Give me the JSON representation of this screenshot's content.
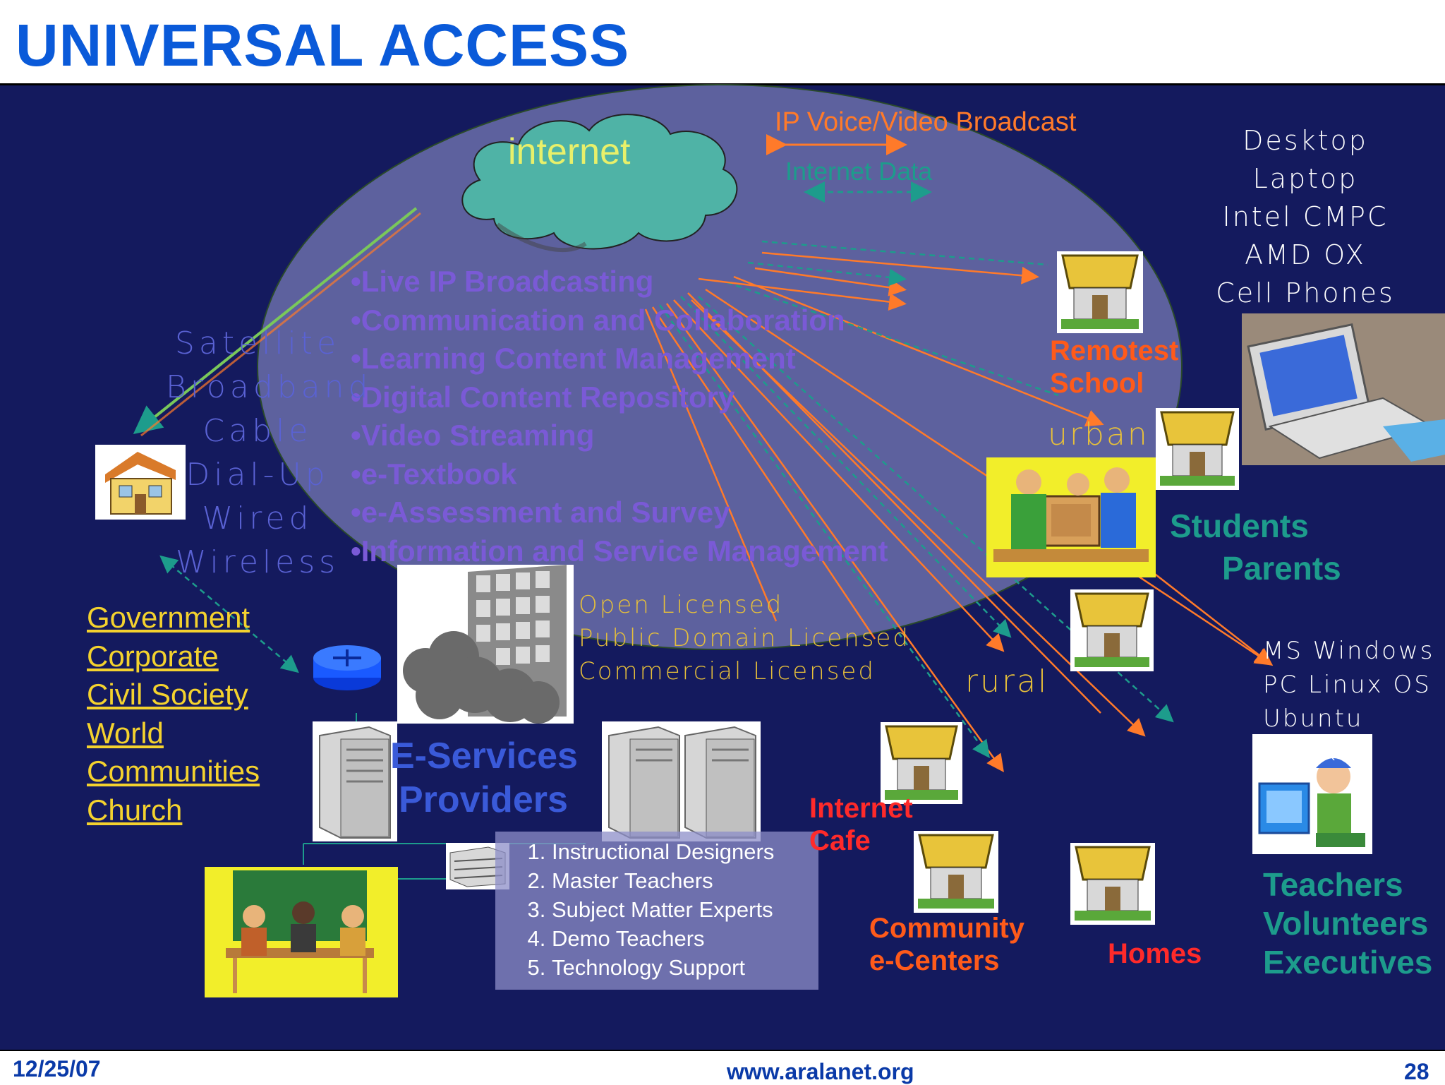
{
  "title": "UNIVERSAL ACCESS",
  "footer": {
    "date": "12/25/07",
    "url": "www.aralanet.org",
    "page": "28"
  },
  "cloud": {
    "label": "internet"
  },
  "broadcast": {
    "ip_voice": "IP Voice/Video Broadcast",
    "internet_data": "Internet Data"
  },
  "services": [
    "•Live IP Broadcasting",
    "•Communication and Collaboration",
    "•Learning Content Management",
    "•Digital Content Repository",
    "•Video Streaming",
    "•e-Textbook",
    "•e-Assessment and Survey",
    "•Information and Service Management"
  ],
  "connectivity": [
    "Satellite",
    "Broadband",
    "Cable",
    "Dial-Up",
    "Wired",
    "Wireless"
  ],
  "devices": [
    "Desktop",
    "Laptop",
    "Intel CMPC",
    "AMD OX",
    "Cell Phones"
  ],
  "operating_systems": [
    "MS Windows",
    "PC Linux OS",
    "Ubuntu Linux"
  ],
  "licenses": [
    "Open Licensed",
    "Public Domain Licensed",
    "Commercial Licensed"
  ],
  "stakeholders": [
    "Government",
    "Corporate",
    "Civil Society",
    "World",
    "Communities",
    "Church"
  ],
  "providers": {
    "line1": "E-Services",
    "line2": "Providers"
  },
  "roles": [
    "Instructional Designers",
    "Master Teachers",
    "Subject Matter Experts",
    "Demo Teachers",
    "Technology Support"
  ],
  "locations": {
    "remotest": "Remotest",
    "school": "School",
    "urban": "urban",
    "rural": "rural",
    "internet": "Internet",
    "cafe": "Cafe",
    "community": "Community",
    "ecenters": "e-Centers",
    "homes": "Homes"
  },
  "audience": {
    "students": "Students",
    "parents": "Parents",
    "teachers": "Teachers",
    "volunteers": "Volunteers",
    "executives": "Executives"
  },
  "colors": {
    "title": "#0a5ad9",
    "panel": "#141a5e",
    "ellipse": "#7a7ec0",
    "cloud": "#4fb3a6",
    "orange": "#ff7a2a",
    "teal": "#1d9c8c"
  }
}
